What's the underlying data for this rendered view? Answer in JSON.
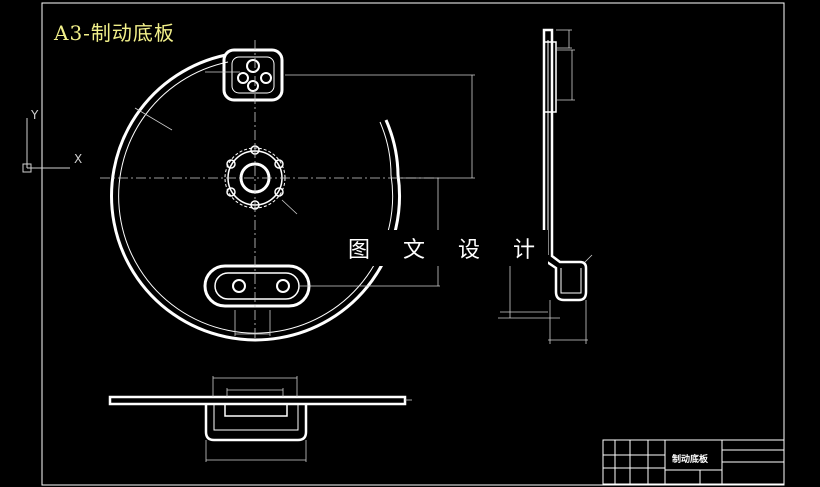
{
  "drawing": {
    "title": "A3-制动底板",
    "watermark": "图 文 设 计",
    "title_block_name": "制动底板",
    "ucs_x": "X",
    "ucs_y": "Y"
  },
  "colors": {
    "background": "#000000",
    "geometry": "#ffffff",
    "dimension": "#cfcfcf",
    "title_text": "#f2f08a",
    "border": "#ffffff"
  }
}
